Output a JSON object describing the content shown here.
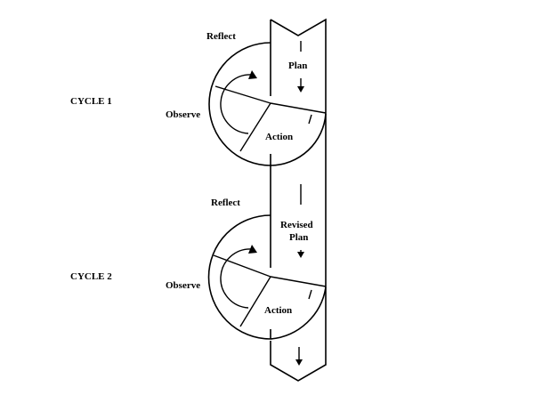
{
  "labels": {
    "cycle1": "CYCLE 1",
    "cycle2": "CYCLE 2",
    "reflect1": "Reflect",
    "observe1": "Observe",
    "plan1": "Plan",
    "action1": "Action",
    "reflect2": "Reflect",
    "observe2": "Observe",
    "revised_plan_line1": "Revised",
    "revised_plan_line2": "Plan",
    "action2": "Action"
  }
}
